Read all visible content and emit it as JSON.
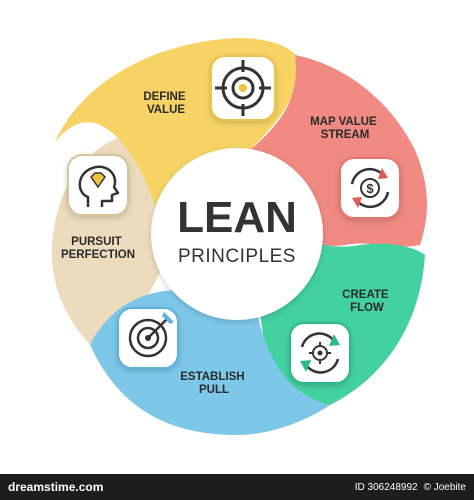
{
  "diagram": {
    "title": "LEAN",
    "subtitle": "PRINCIPLES",
    "segments": [
      {
        "id": "define-value",
        "lines": [
          "DEFINE",
          "VALUE"
        ],
        "color": "#f6d364",
        "icon": "target-icon"
      },
      {
        "id": "map-value-stream",
        "lines": [
          "MAP VALUE",
          "STREAM"
        ],
        "color": "#f08a83",
        "icon": "dollar-cycle-icon"
      },
      {
        "id": "create-flow",
        "lines": [
          "CREATE",
          "FLOW"
        ],
        "color": "#43d1a0",
        "icon": "gear-cycle-icon"
      },
      {
        "id": "establish-pull",
        "lines": [
          "ESTABLISH",
          "PULL"
        ],
        "color": "#7dc7e9",
        "icon": "target-arrow-icon"
      },
      {
        "id": "pursuit-perfection",
        "lines": [
          "PURSUIT",
          "PERFECTION"
        ],
        "color": "#ecdcbd",
        "icon": "head-diamond-icon"
      }
    ]
  },
  "footer": {
    "logo": "dreamstime.com",
    "id_text": "ID 306248992",
    "author": "© Joebite"
  }
}
